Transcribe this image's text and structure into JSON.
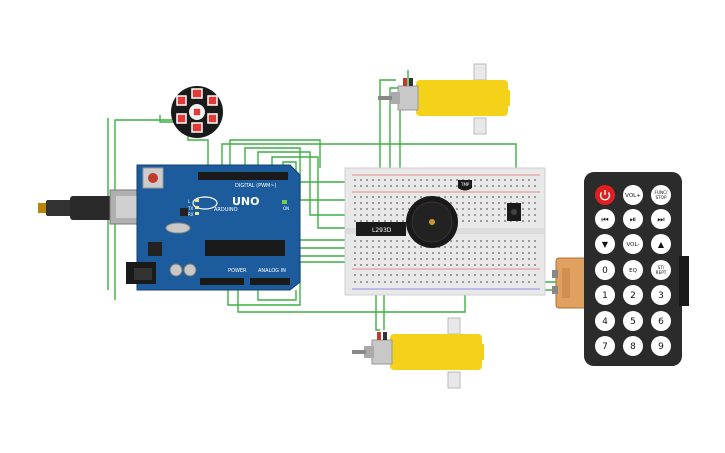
{
  "arduino": {
    "brand": "ARDUINO",
    "model": "UNO",
    "digital_header": "DIGITAL (PWM~)",
    "power_header": "POWER",
    "analog_header": "ANALOG IN",
    "tx_label": "TX",
    "rx_label": "RX",
    "l_label": "L",
    "on_label": "ON"
  },
  "driver_chip": {
    "label": "L293D"
  },
  "temp_sensor": {
    "label": "TMP"
  },
  "remote": {
    "buttons": [
      {
        "label": "",
        "icon": "power-icon",
        "color": "#e02020",
        "interactable": true
      },
      {
        "label": "VOL+"
      },
      {
        "label": "FUNC/\nSTOP"
      },
      {
        "label": "⏮",
        "icon": "prev-icon"
      },
      {
        "label": "⏯",
        "icon": "play-pause-icon"
      },
      {
        "label": "⏭",
        "icon": "next-icon"
      },
      {
        "label": "▼",
        "icon": "down-icon"
      },
      {
        "label": "VOL-"
      },
      {
        "label": "▲",
        "icon": "up-icon"
      },
      {
        "label": "0"
      },
      {
        "label": "EQ"
      },
      {
        "label": "ST/\nREPT"
      },
      {
        "label": "1"
      },
      {
        "label": "2"
      },
      {
        "label": "3"
      },
      {
        "label": "4"
      },
      {
        "label": "5"
      },
      {
        "label": "6"
      },
      {
        "label": "7"
      },
      {
        "label": "8"
      },
      {
        "label": "9"
      }
    ]
  },
  "colors": {
    "wire": "#3cb043",
    "board": "#1d5c9c",
    "motor": "#f4d21a",
    "breadboard": "#e8e8e8",
    "remote": "#2b2b2b"
  }
}
